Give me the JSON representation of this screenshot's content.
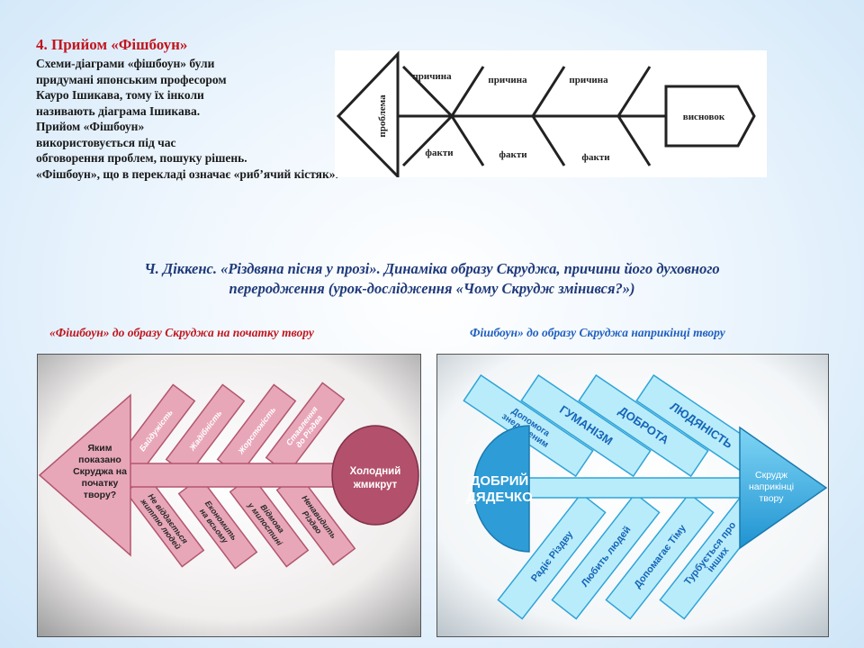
{
  "intro": {
    "title": "4. Прийом «Фішбоун»",
    "lines": [
      "Схеми-діаграми «фішбоун» були",
      "придумані японським  професором",
      "Кауро Ішикава, тому їх інколи",
      "називають  діаграма Ішикава.",
      "Прийом «Фішбоун»",
      "використовується під час",
      "обговорення проблем, пошуку рішень.",
      "«Фішбоун», що в перекладі  означає «риб’ячий кістяк»."
    ]
  },
  "top_diagram": {
    "head": "проблема",
    "tail": "висновок",
    "causes": [
      "причина",
      "причина",
      "причина"
    ],
    "facts": [
      "факти",
      "факти",
      "факти"
    ]
  },
  "lesson_title": {
    "line1": "Ч. Діккенс. «Різдвяна пісня у прозі». Динаміка образу Скруджа, причини його духовного",
    "line2": "переродження (урок-дослідження «Чому Скрудж змінився?»)"
  },
  "captions": {
    "left": "«Фішбоун» до образу Скруджа  на початку твору",
    "right": "Фішбоун» до образу Скруджа наприкінці твору"
  },
  "left_fish": {
    "head": [
      "Яким",
      "показано",
      "Скруджа на",
      "початку",
      "твору?"
    ],
    "tail": [
      "Холодний",
      "жмикрут"
    ],
    "top_bones": [
      [
        "Байдужість"
      ],
      [
        "Жадібність"
      ],
      [
        "Жорстокість"
      ],
      [
        "Ставлення",
        "до Різдва"
      ]
    ],
    "bottom_bones": [
      [
        "Не віддається",
        "життю людей"
      ],
      [
        "Економить",
        "на всьому"
      ],
      [
        "Відмова",
        "у милостині"
      ],
      [
        "Ненавидить",
        "Різдво"
      ]
    ],
    "colors": {
      "fill": "#e8a7b9",
      "stroke": "#b2566f",
      "text": "#ffffff"
    }
  },
  "right_fish": {
    "head": [
      "ДОБРИЙ",
      "ДЯДЕЧКО"
    ],
    "tail": [
      "Скрудж",
      "наприкінці",
      "твору"
    ],
    "top_bones": [
      [
        "Допомога",
        "знедоленим"
      ],
      [
        "ГУМАНІЗМ"
      ],
      [
        "ДОБРОТА"
      ],
      [
        "ЛЮДЯНІСТЬ"
      ]
    ],
    "bottom_bones": [
      [
        "Радіє Різдву"
      ],
      [
        "Любить людей"
      ],
      [
        "Допомагає Тіму"
      ],
      [
        "Турбується про",
        "інших"
      ]
    ],
    "colors": {
      "fill": "#b9ecfa",
      "stroke": "#2fa4d8",
      "head": "#2e9cd6",
      "text": "#1565b8"
    }
  }
}
